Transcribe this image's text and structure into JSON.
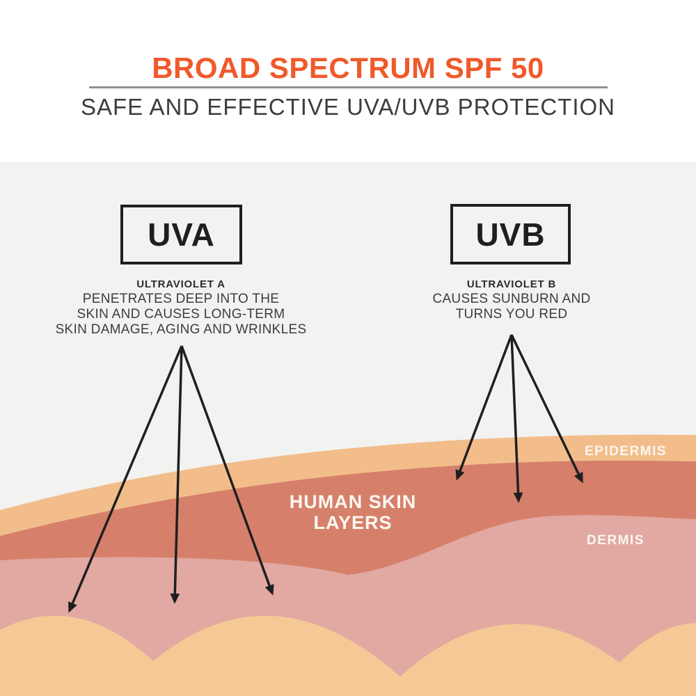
{
  "header": {
    "title": "BROAD SPECTRUM SPF 50",
    "subtitle": "SAFE AND EFFECTIVE UVA/UVB PROTECTION"
  },
  "uva": {
    "box_label": "UVA",
    "heading": "ULTRAVIOLET A",
    "description_lines": [
      "PENETRATES DEEP INTO THE",
      "SKIN AND CAUSES LONG-TERM",
      "SKIN DAMAGE, AGING AND WRINKLES"
    ]
  },
  "uvb": {
    "box_label": "UVB",
    "heading": "ULTRAVIOLET B",
    "description_lines": [
      "CAUSES SUNBURN AND",
      "TURNS YOU RED"
    ]
  },
  "skin": {
    "center_label_line1": "HUMAN SKIN",
    "center_label_line2": "LAYERS",
    "epidermis_label": "EPIDERMIS",
    "dermis_label": "DERMIS"
  },
  "colors": {
    "title_orange": "#F0592B",
    "text_dark": "#3C3C3C",
    "ink_black": "#1F1F1F",
    "background_gray": "#F2F2F1",
    "header_white": "#FFFFFF",
    "epidermis_peach": "#F2BD8A",
    "dermis_salmon": "#D6806B",
    "dermis_pink": "#E2A8A2",
    "subcutis_peach": "#F5C995",
    "label_white": "#FCF7F1",
    "divider_gray": "#8F8F8F"
  }
}
